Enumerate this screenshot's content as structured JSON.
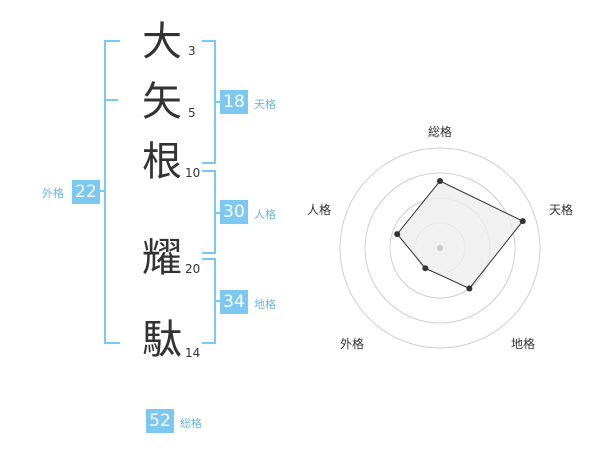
{
  "name": {
    "characters": [
      {
        "char": "大",
        "strokes": "3"
      },
      {
        "char": "矢",
        "strokes": "5"
      },
      {
        "char": "根",
        "strokes": "10"
      },
      {
        "char": "耀",
        "strokes": "20"
      },
      {
        "char": "駄",
        "strokes": "14"
      }
    ]
  },
  "kakusu": {
    "tenkaku": {
      "value": "18",
      "label": "天格"
    },
    "jinkaku": {
      "value": "30",
      "label": "人格"
    },
    "chikaku": {
      "value": "34",
      "label": "地格"
    },
    "gaikaku": {
      "value": "22",
      "label": "外格"
    },
    "soukaku": {
      "value": "52",
      "label": "総格"
    }
  },
  "colors": {
    "accent": "#7cc8f2",
    "accent_text": "#68b8e6",
    "radar_fill": "#eeeeee",
    "radar_line": "#333333"
  },
  "chart_data": {
    "type": "radar",
    "axes": [
      "総格",
      "天格",
      "地格",
      "外格",
      "人格"
    ],
    "values": [
      0.67,
      0.87,
      0.5,
      0.25,
      0.45
    ],
    "rlim": [
      0,
      1
    ],
    "rings": 4,
    "grid": true
  }
}
